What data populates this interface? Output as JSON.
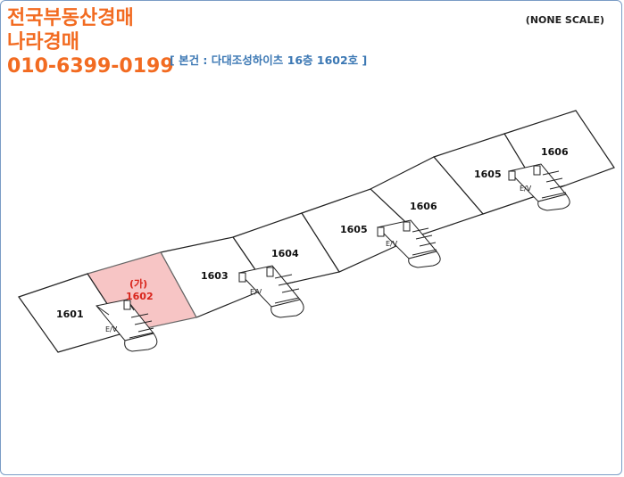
{
  "header": {
    "brand_line1": "전국부동산경매",
    "brand_line2": "나라경매",
    "brand_line3": "010-6399-0199",
    "scale_note": "(NONE SCALE)",
    "subject": "[ 본건 : 다대조성하이츠 16층 1602호 ]"
  },
  "plan": {
    "units": [
      {
        "label": "1601"
      },
      {
        "tag": "(가)",
        "label": "1602",
        "highlight": true
      },
      {
        "label": "1603"
      },
      {
        "label": "1604"
      },
      {
        "label": "1605"
      },
      {
        "label": "1606"
      },
      {
        "label": "1605"
      },
      {
        "label": "1606"
      }
    ],
    "elevator_label": "E/V",
    "colors": {
      "highlight": "#f7c5c5",
      "highlight_text": "#d9251c",
      "brand": "#f26b21",
      "subject": "#3c78b4"
    }
  }
}
